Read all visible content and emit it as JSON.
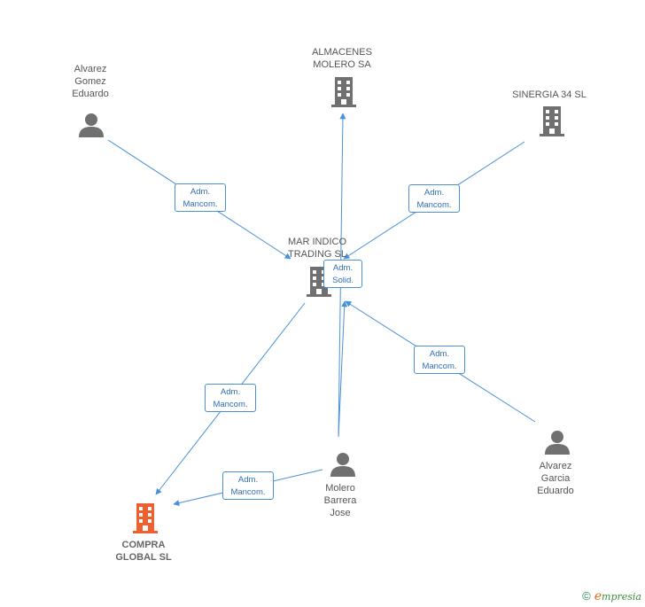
{
  "nodes": {
    "alvarez_gomez": {
      "label": "Alvarez\nGomez\nEduardo",
      "type": "person"
    },
    "almacenes": {
      "label": "ALMACENES\nMOLERO SA",
      "type": "company"
    },
    "sinergia": {
      "label": "SINERGIA 34  SL",
      "type": "company"
    },
    "mar_indico": {
      "label": "MAR INDICO\nTRADING SL",
      "type": "company"
    },
    "molero": {
      "label": "Molero\nBarrera\nJose",
      "type": "person"
    },
    "alvarez_garcia": {
      "label": "Alvarez\nGarcia\nEduardo",
      "type": "person"
    },
    "compra": {
      "label": "COMPRA\nGLOBAL SL",
      "type": "company-main"
    }
  },
  "edges": {
    "e1": "Adm.\nMancom.",
    "e2": "Adm.\nMancom.",
    "e3": "Adm.\nSolid.",
    "e4": "Adm.\nMancom.",
    "e5": "Adm.\nMancom.",
    "e6": "Adm.\nMancom."
  },
  "colors": {
    "link": "#4a90d9",
    "icon": "#707070",
    "main_icon": "#ee6030"
  },
  "icons": {
    "person": "person-icon",
    "company": "building-icon",
    "main": "building-icon-highlighted"
  },
  "footer": {
    "copyright": "©",
    "brand_e": "e",
    "brand": "mpresia"
  }
}
